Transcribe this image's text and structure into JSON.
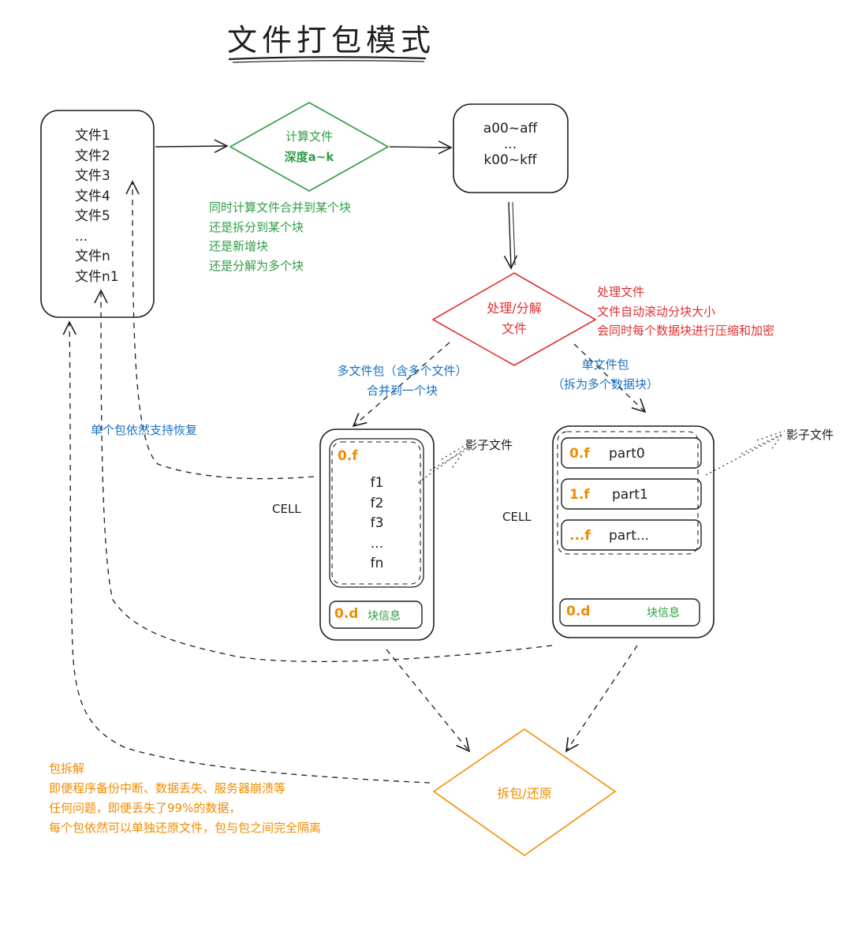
{
  "title": "文件打包模式",
  "file_list": {
    "items": [
      "文件1",
      "文件2",
      "文件3",
      "文件4",
      "文件5",
      "...",
      "文件n",
      "文件n1"
    ]
  },
  "compute_node": {
    "line1": "计算文件",
    "line2": "深度a~k"
  },
  "compute_note": [
    "同时计算文件合并到某个块",
    "还是拆分到某个块",
    "还是新增块",
    "还是分解为多个块"
  ],
  "range_box": {
    "line1": "a00~aff",
    "line2": "...",
    "line3": "k00~kff"
  },
  "process_node": {
    "line1": "处理/分解",
    "line2": "文件"
  },
  "process_note": [
    "处理文件",
    "文件自动滚动分块大小",
    "会同时每个数据块进行压缩和加密"
  ],
  "multi_label": {
    "line1": "多文件包（含多个文件）",
    "line2": "合并到一个块"
  },
  "single_label": {
    "line1": "单文件包",
    "line2": "（拆为多个数据块）"
  },
  "restore_note": "单个包依然支持恢复",
  "shadow_label_1": "影子文件",
  "shadow_label_2": "影子文件",
  "cell_label_1": "CELL",
  "cell_label_2": "CELL",
  "cell1": {
    "file_name": "0.f",
    "files": [
      "f1",
      "f2",
      "f3",
      "...",
      "fn"
    ],
    "data_name": "0.d",
    "data_label": "块信息"
  },
  "cell2": {
    "parts": [
      {
        "file": "0.f",
        "name": "part0"
      },
      {
        "file": "1.f",
        "name": "part1"
      },
      {
        "file": "...f",
        "name": "part..."
      }
    ],
    "data_name": "0.d",
    "data_label": "块信息"
  },
  "unpack_node": "拆包/还原",
  "unpack_note": [
    "包拆解",
    "即便程序备份中断、数据丢失、服务器崩溃等",
    "任何问题，即便丢失了99%的数据，",
    "每个包依然可以单独还原文件，包与包之间完全隔离"
  ],
  "colors": {
    "ink": "#1e1e1e",
    "green": "#2f9e44",
    "red": "#e03131",
    "blue": "#1971c2",
    "orange": "#f08c00"
  }
}
